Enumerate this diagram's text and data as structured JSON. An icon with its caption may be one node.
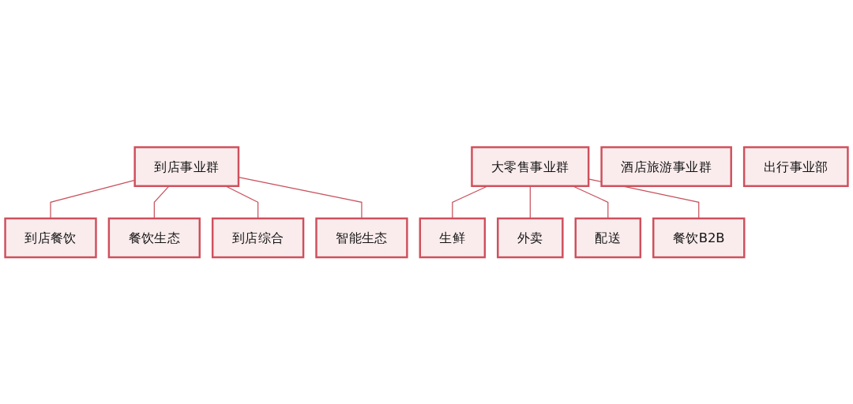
{
  "diagram": {
    "nodes": [
      {
        "text": [
          "到店事业群"
        ]
      },
      {
        "text": [
          "到店餐饮"
        ]
      },
      {
        "text": [
          "餐饮生态"
        ]
      },
      {
        "text": [
          "到店综合"
        ]
      },
      {
        "text": [
          "智能生态"
        ]
      },
      {
        "text": [
          "大零售事业群"
        ]
      },
      {
        "text": [
          "生鲜"
        ]
      },
      {
        "text": [
          "外卖"
        ]
      },
      {
        "text": [
          "配送"
        ]
      },
      {
        "text": [
          "餐饮B2B"
        ]
      },
      {
        "text": [
          "酒店旅游事业群"
        ]
      },
      {
        "text": [
          "出行事业部"
        ]
      }
    ],
    "edges": [
      {
        "from": 0,
        "to": 1,
        "arrow": "none"
      },
      {
        "from": 0,
        "to": 2,
        "arrow": "none"
      },
      {
        "from": 0,
        "to": 3,
        "arrow": "none"
      },
      {
        "from": 0,
        "to": 4,
        "arrow": "none"
      },
      {
        "from": 5,
        "to": 6,
        "arrow": "none"
      },
      {
        "from": 5,
        "to": 7,
        "arrow": "none"
      },
      {
        "from": 5,
        "to": 8,
        "arrow": "none"
      },
      {
        "from": 5,
        "to": 9,
        "arrow": "none"
      }
    ]
  }
}
